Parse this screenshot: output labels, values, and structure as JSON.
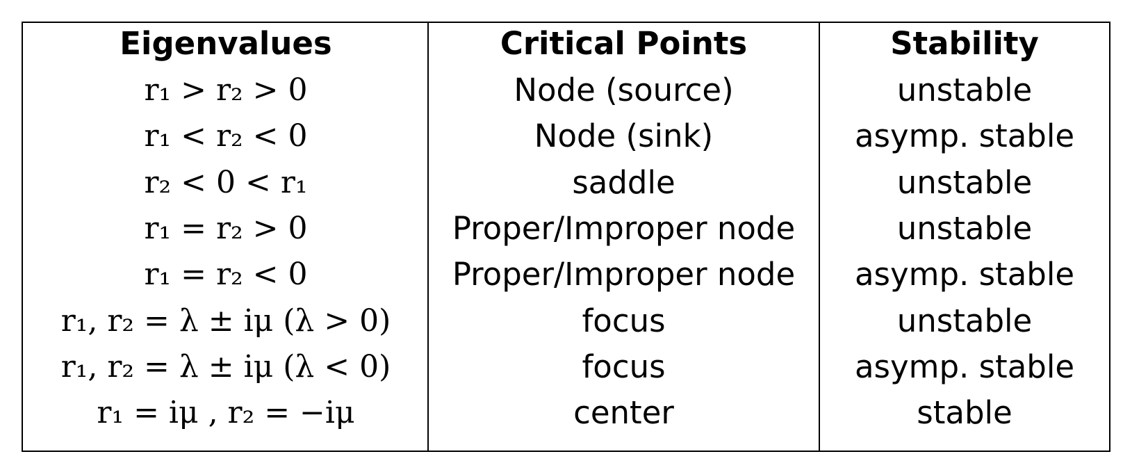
{
  "table": {
    "headers": [
      "Eigenvalues",
      "Critical Points",
      "Stability"
    ],
    "rows": [
      {
        "eigenvalues": "r₁ > r₂ > 0",
        "critical_point": "Node (source)",
        "stability": "unstable"
      },
      {
        "eigenvalues": "r₁ < r₂ < 0",
        "critical_point": "Node (sink)",
        "stability": "asymp. stable"
      },
      {
        "eigenvalues": "r₂ < 0 < r₁",
        "critical_point": "saddle",
        "stability": "unstable"
      },
      {
        "eigenvalues": "r₁ = r₂ > 0",
        "critical_point": "Proper/Improper node",
        "stability": "unstable"
      },
      {
        "eigenvalues": "r₁ = r₂ < 0",
        "critical_point": "Proper/Improper node",
        "stability": "asymp. stable"
      },
      {
        "eigenvalues": "r₁, r₂ = λ ± iμ (λ > 0)",
        "critical_point": "focus",
        "stability": "unstable"
      },
      {
        "eigenvalues": "r₁, r₂ = λ ± iμ (λ < 0)",
        "critical_point": "focus",
        "stability": "asymp. stable"
      },
      {
        "eigenvalues": "r₁ = iμ , r₂ = −iμ",
        "critical_point": "center",
        "stability": "stable"
      }
    ]
  }
}
